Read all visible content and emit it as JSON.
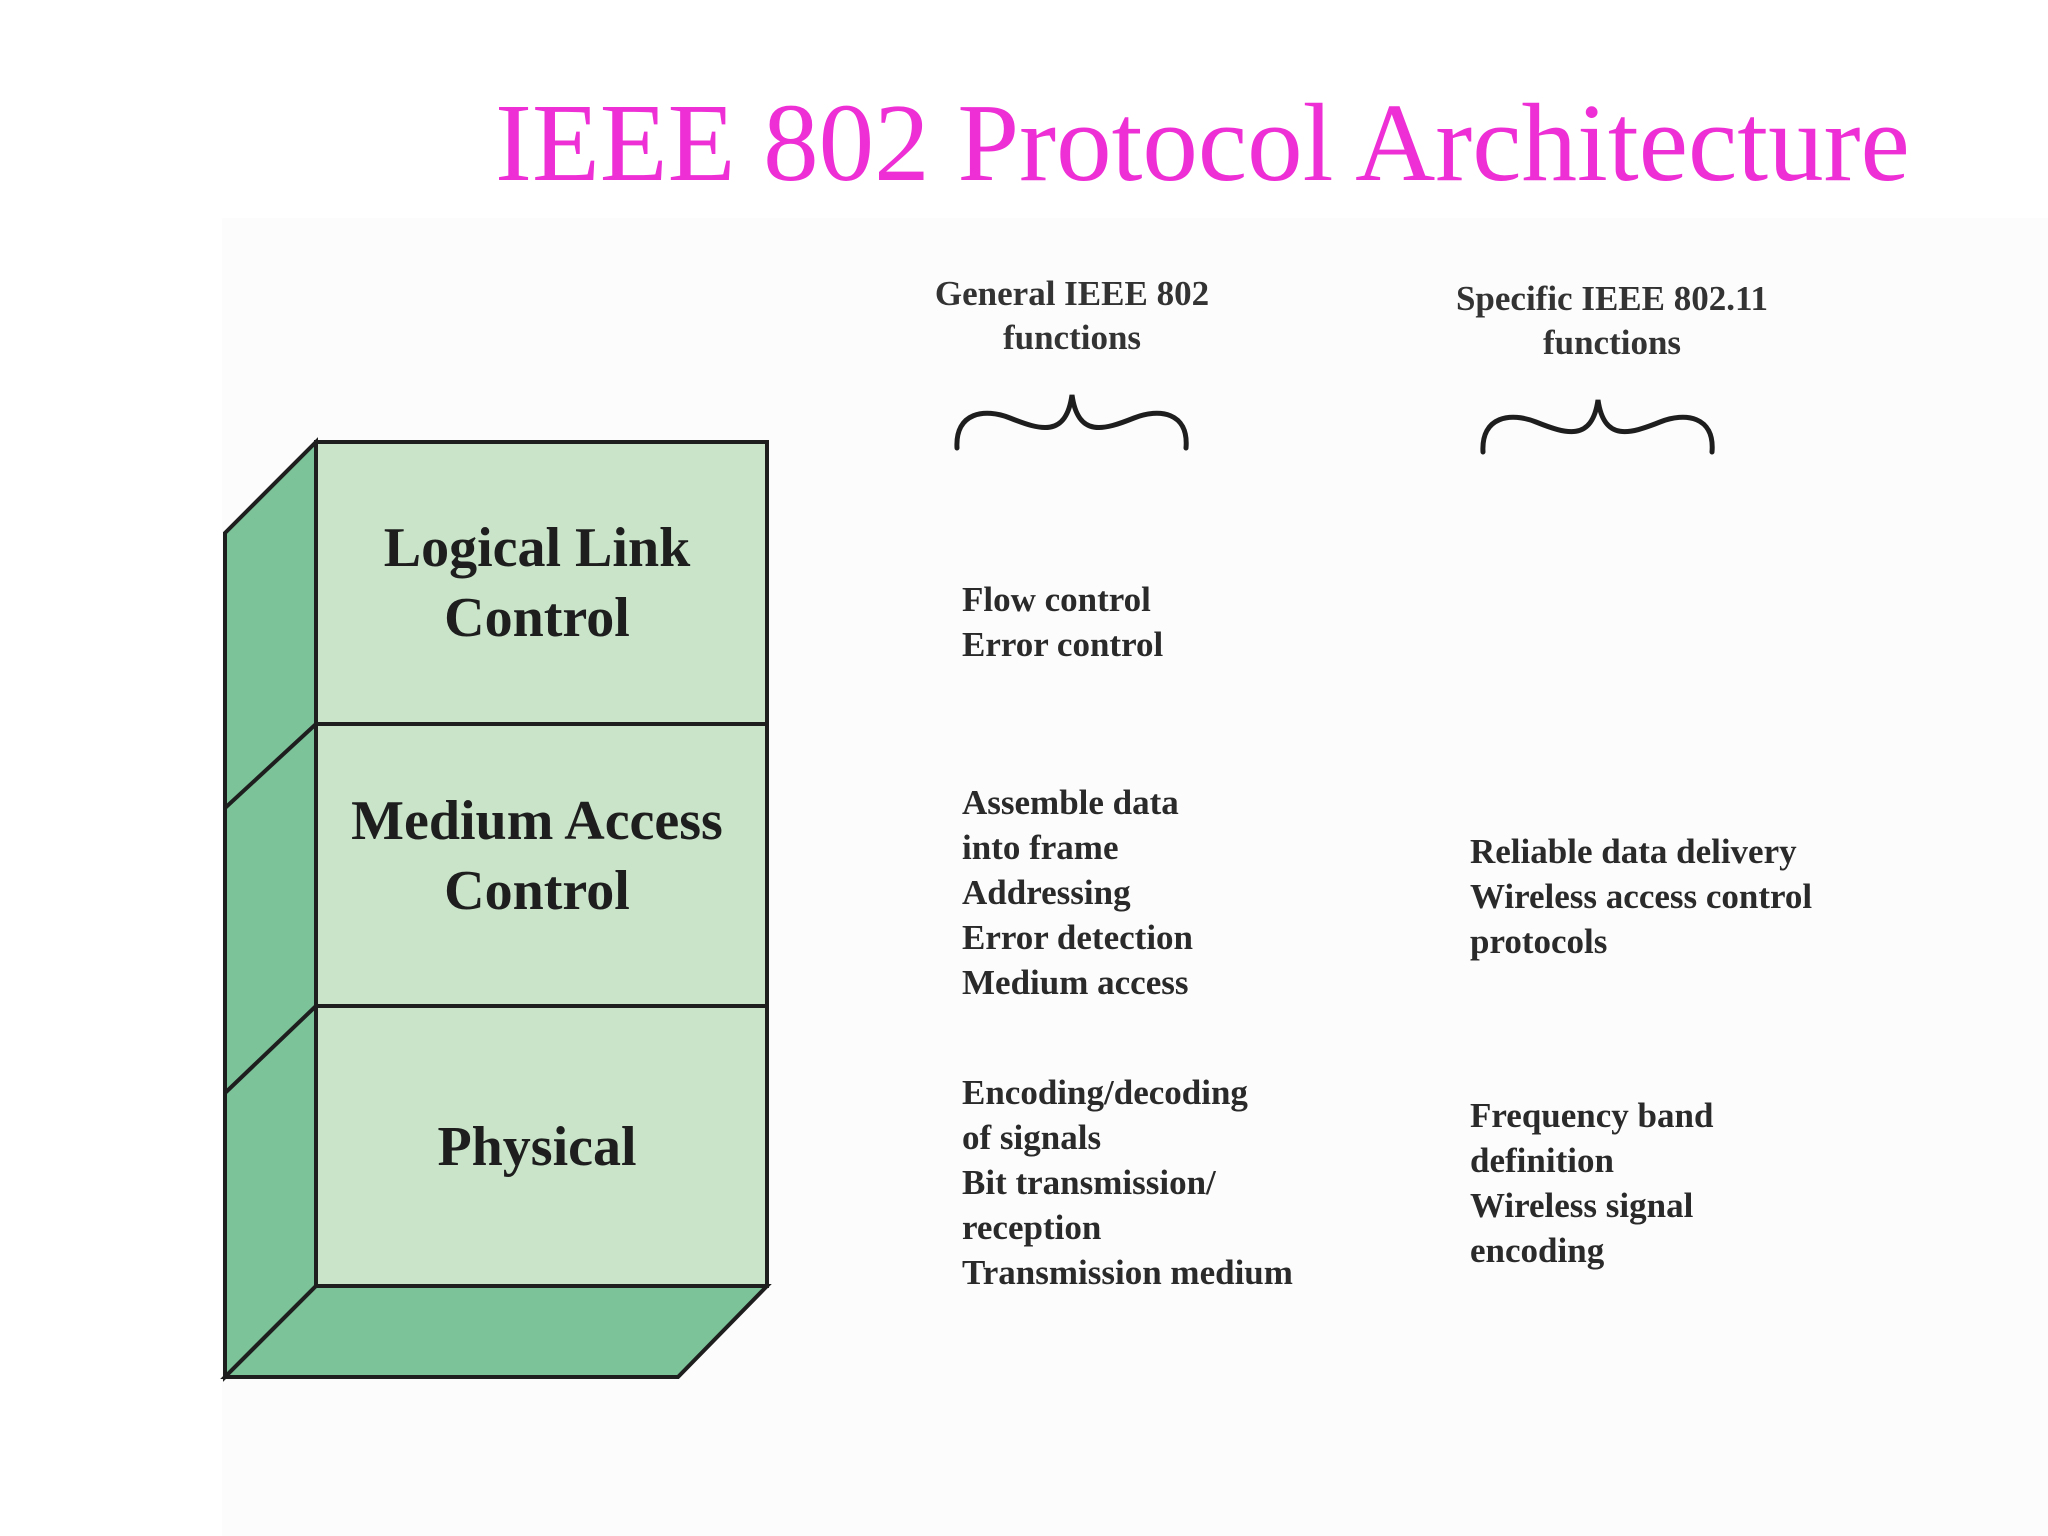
{
  "title": "IEEE 802 Protocol Architecture",
  "colors": {
    "title": "#ee2fd5",
    "layer_face": "#c9e4c9",
    "layer_side": "#7cc39a",
    "outline": "#1e1e1e"
  },
  "columns": {
    "general": {
      "heading_line1": "General IEEE 802",
      "heading_line2": "functions"
    },
    "specific": {
      "heading_line1": "Specific IEEE 802.11",
      "heading_line2": "functions"
    }
  },
  "layers": [
    {
      "name_line1": "Logical Link",
      "name_line2": "Control",
      "general_functions": [
        "Flow control",
        "Error control"
      ],
      "specific_functions": []
    },
    {
      "name_line1": "Medium Access",
      "name_line2": "Control",
      "general_functions": [
        "Assemble data",
        "into frame",
        "Addressing",
        "Error detection",
        "Medium access"
      ],
      "specific_functions": [
        "Reliable data delivery",
        "Wireless access control",
        "protocols"
      ]
    },
    {
      "name_line1": "Physical",
      "name_line2": "",
      "general_functions": [
        "Encoding/decoding",
        "of signals",
        "Bit transmission/",
        "reception",
        "Transmission medium"
      ],
      "specific_functions": [
        "Frequency band",
        "definition",
        "Wireless signal",
        "encoding"
      ]
    }
  ]
}
